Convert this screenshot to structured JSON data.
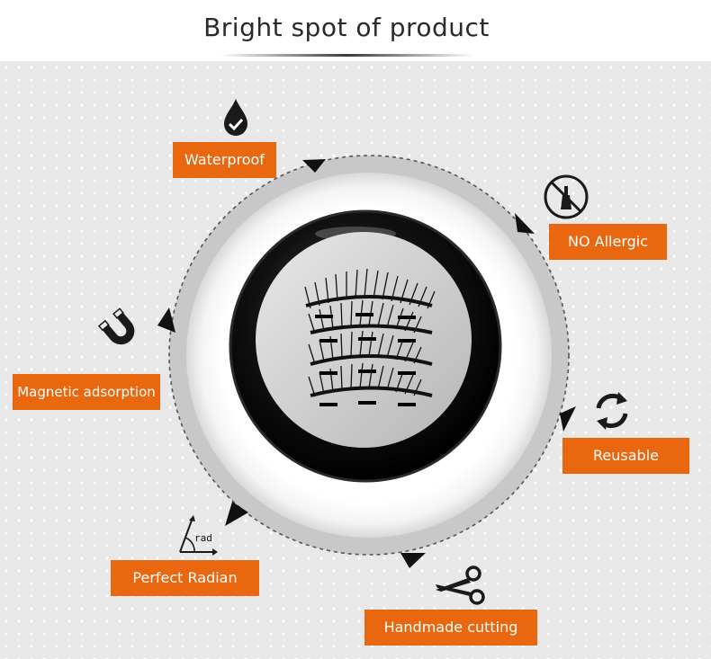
{
  "header": {
    "title": "Bright spot of product"
  },
  "features": [
    {
      "label": "Waterproof",
      "icon": "water-drop-check-icon"
    },
    {
      "label": "NO Allergic",
      "icon": "no-allergy-icon"
    },
    {
      "label": "Reusable",
      "icon": "recycle-arrows-icon"
    },
    {
      "label": "Handmade cutting",
      "icon": "scissors-icon"
    },
    {
      "label": "Perfect Radian",
      "icon": "angle-radian-icon",
      "icon_text": "rad"
    },
    {
      "label": "Magnetic adsorption",
      "icon": "horseshoe-magnet-icon"
    }
  ],
  "colors": {
    "accent": "#e8670f",
    "background": "#e8e8e8",
    "dots": "#ffffff"
  }
}
